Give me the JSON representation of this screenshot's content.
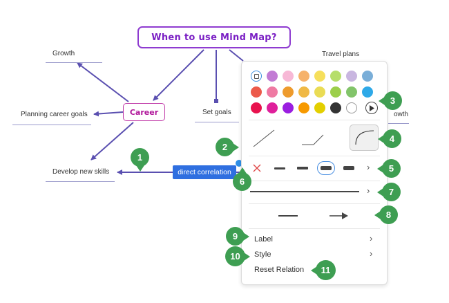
{
  "map": {
    "root": "When to use Mind Map?",
    "career": "Career",
    "topics": {
      "growth": "Growth",
      "planning": "Planning career goals",
      "develop": "Develop new skills",
      "set_goals": "Set goals",
      "travel": "Travel plans",
      "owth": "owth"
    },
    "relation_label": "direct correlation"
  },
  "panel": {
    "colors": [
      "#ffffff",
      "#c27bd4",
      "#f7b8d6",
      "#f6b26b",
      "#f6df5b",
      "#b6de6b",
      "#c9b6e0",
      "#7aaed8",
      "#ec5a4a",
      "#ef7aa3",
      "#ee9b2d",
      "#f0b945",
      "#eadc55",
      "#9ccf4a",
      "#82c46a",
      "#2ea9e8",
      "#e8134e",
      "#df1f9b",
      "#9a1ee0",
      "#f79a00",
      "#e3cf00",
      "#333333",
      "#ffffff"
    ],
    "menu": {
      "label": "Label",
      "style": "Style",
      "reset": "Reset Relation"
    }
  },
  "badges": [
    "1",
    "2",
    "3",
    "4",
    "5",
    "6",
    "7",
    "8",
    "9",
    "10",
    "11"
  ]
}
